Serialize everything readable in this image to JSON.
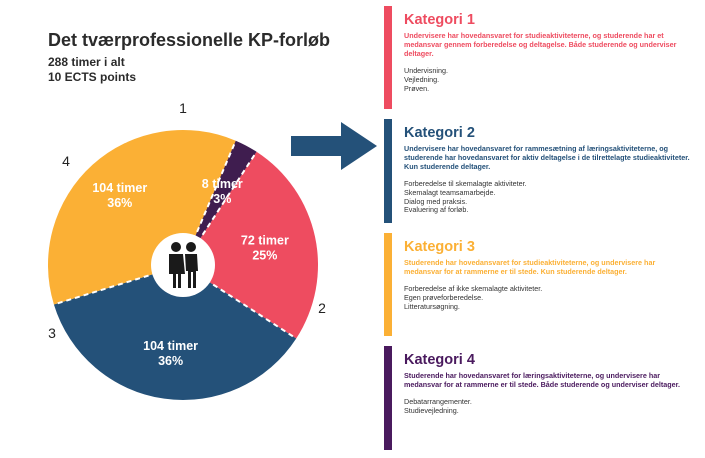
{
  "header": {
    "title": "Det tværprofessionelle KP-forløb",
    "line1": "288 timer i alt",
    "line2": "10 ECTS points"
  },
  "chart_data": {
    "type": "pie",
    "total_hours": 288,
    "slices": [
      {
        "number": "1",
        "value": 72,
        "hours_label": "72 timer",
        "percent_label": "25%",
        "color": "#ee4c60"
      },
      {
        "number": "2",
        "value": 104,
        "hours_label": "104 timer",
        "percent_label": "36%",
        "color": "#245179"
      },
      {
        "number": "3",
        "value": 104,
        "hours_label": "104 timer",
        "percent_label": "36%",
        "color": "#fbb035"
      },
      {
        "number": "4",
        "value": 8,
        "hours_label": "8 timer",
        "percent_label": "3%",
        "color": "#3f1d4f"
      }
    ],
    "center_icon": "people-icon"
  },
  "arrow_color": "#245179",
  "categories": [
    {
      "title": "Kategori 1",
      "color": "#ee4c60",
      "description": "Undervisere har hovedansvaret for studieaktiviteterne, og studerende har et medansvar gennem forberedelse og deltagelse. Både studerende og underviser deltager.",
      "items": [
        "Undervisning.",
        "Vejledning.",
        "Prøven."
      ]
    },
    {
      "title": "Kategori 2",
      "color": "#245179",
      "description": "Undervisere har hovedansvaret for rammesætning af læringsaktiviteterne, og studerende har hovedansvaret for aktiv deltagelse i de tilrettelagte studieaktiviteter. Kun studerende deltager.",
      "items": [
        "Forberedelse til skemalagte aktiviteter.",
        "Skemalagt teamsamarbejde.",
        "Dialog med praksis.",
        "Evaluering af forløb."
      ]
    },
    {
      "title": "Kategori 3",
      "color": "#fbb035",
      "description": "Studerende har hovedansvaret for studieaktiviteterne, og undervisere har medansvar for at rammerne er til stede. Kun studerende deltager.",
      "items": [
        "Forberedelse af ikke skemalagte aktiviteter.",
        "Egen prøveforberedelse.",
        "Litteratursøgning."
      ]
    },
    {
      "title": "Kategori 4",
      "color": "#4a1a5e",
      "description": "Studerende har hovedansvaret for læringsaktiviteterne, og undervisere har medansvar for at rammerne er til stede. Både studerende og underviser deltager.",
      "items": [
        "Debatarrangementer.",
        "Studievejledning."
      ]
    }
  ]
}
